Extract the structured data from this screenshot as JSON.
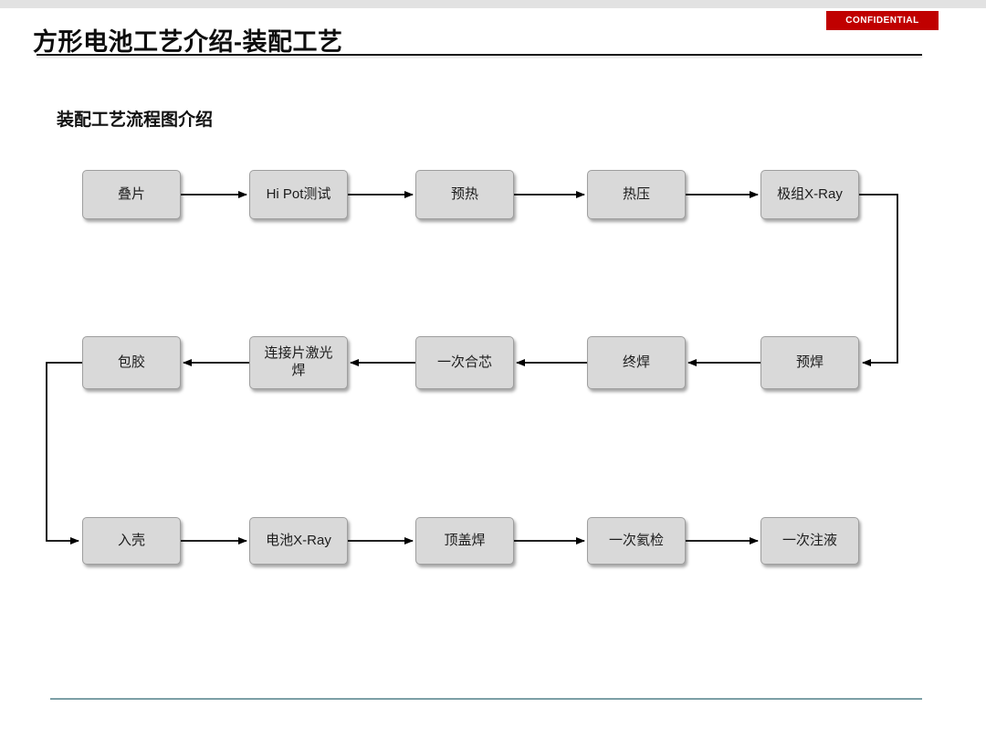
{
  "slide": {
    "title": "方形电池工艺介绍-装配工艺",
    "confidential_label": "CONFIDENTIAL",
    "subtitle": "装配工艺流程图介绍"
  },
  "colors": {
    "badge_red": "#C00000",
    "box_fill": "#D9D9D9",
    "box_border": "#9E9E9E",
    "arrow_black": "#000000",
    "rule_black": "#1A1A1A",
    "footer_line": "#7C9FA6"
  },
  "flowchart": {
    "rows": [
      {
        "direction": "right",
        "nodes": [
          "叠片",
          "Hi Pot测试",
          "预热",
          "热压",
          "极组X-Ray"
        ]
      },
      {
        "direction": "left",
        "nodes": [
          "包胶",
          "连接片激光\n焊",
          "一次合芯",
          "终焊",
          "预焊"
        ]
      },
      {
        "direction": "right",
        "nodes": [
          "入壳",
          "电池X-Ray",
          "顶盖焊",
          "一次氦检",
          "一次注液"
        ]
      }
    ],
    "elbows": [
      {
        "from": "极组X-Ray",
        "to": "预焊",
        "side": "right"
      },
      {
        "from": "包胶",
        "to": "入壳",
        "side": "left"
      }
    ],
    "sequence": [
      "叠片",
      "Hi Pot测试",
      "预热",
      "热压",
      "极组X-Ray",
      "预焊",
      "终焊",
      "一次合芯",
      "连接片激光焊",
      "包胶",
      "入壳",
      "电池X-Ray",
      "顶盖焊",
      "一次氦检",
      "一次注液"
    ]
  }
}
